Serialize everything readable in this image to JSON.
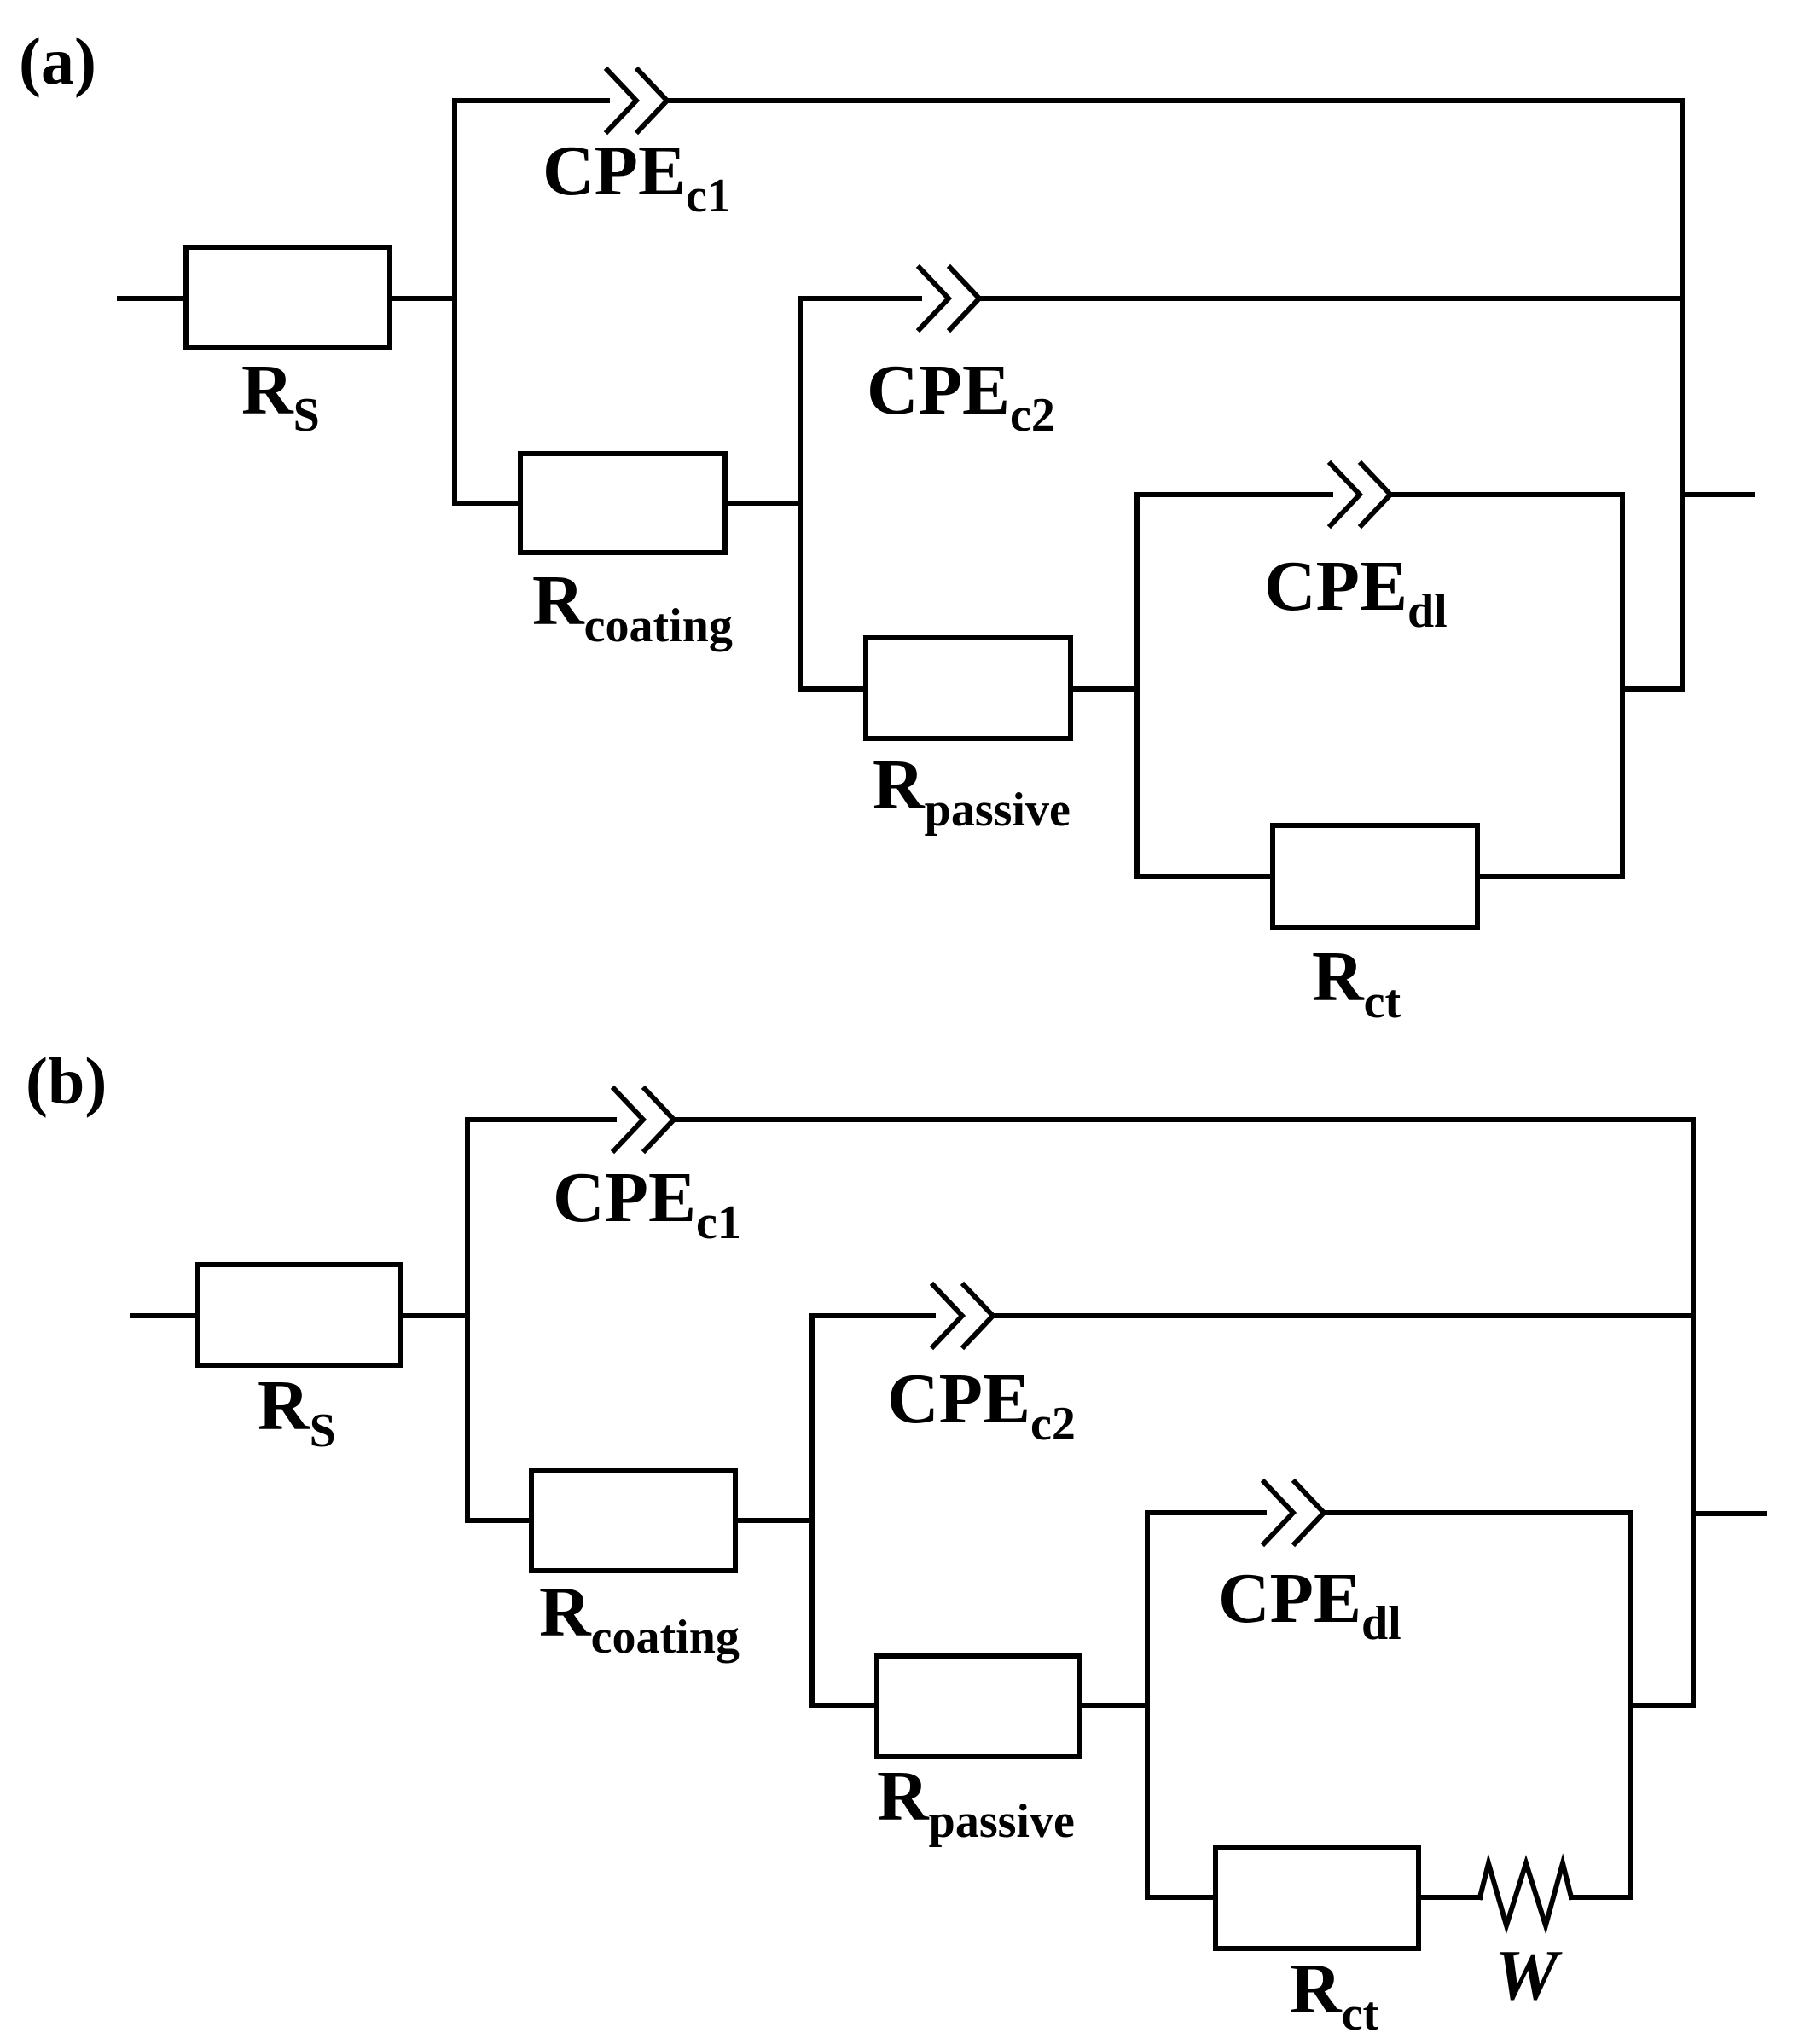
{
  "figure": {
    "panels": [
      {
        "id": "a",
        "label": "(a)",
        "components": {
          "Rs": {
            "main": "R",
            "sub": "S"
          },
          "CPEc1": {
            "main": "CPE",
            "sub": "c1"
          },
          "CPEc2": {
            "main": "CPE",
            "sub": "c2"
          },
          "Rcoating": {
            "main": "R",
            "sub": "coating"
          },
          "CPEdl": {
            "main": "CPE",
            "sub": "dl"
          },
          "Rpassive": {
            "main": "R",
            "sub": "passive"
          },
          "Rct": {
            "main": "R",
            "sub": "ct"
          }
        }
      },
      {
        "id": "b",
        "label": "(b)",
        "components": {
          "Rs": {
            "main": "R",
            "sub": "S"
          },
          "CPEc1": {
            "main": "CPE",
            "sub": "c1"
          },
          "CPEc2": {
            "main": "CPE",
            "sub": "c2"
          },
          "Rcoating": {
            "main": "R",
            "sub": "coating"
          },
          "CPEdl": {
            "main": "CPE",
            "sub": "dl"
          },
          "Rpassive": {
            "main": "R",
            "sub": "passive"
          },
          "Rct": {
            "main": "R",
            "sub": "ct"
          },
          "W": {
            "main": "W",
            "sub": ""
          }
        }
      }
    ]
  }
}
